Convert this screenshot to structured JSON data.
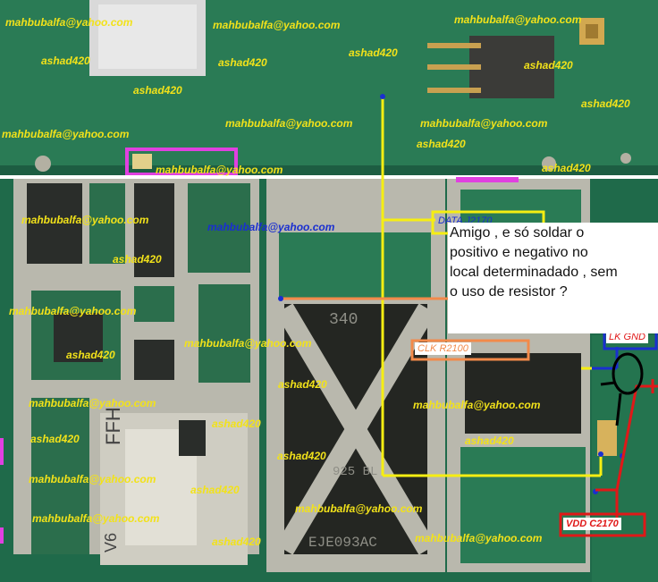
{
  "watermarks": {
    "email": "mahbubalfa@yahoo.com",
    "handle": "ashad420"
  },
  "labels": {
    "data": "DATA J2170",
    "clk": "CLK R2100",
    "gnd": "LK GND",
    "vdd": "VDD C2170"
  },
  "note": {
    "line1": "Amigo , e só soldar o",
    "line2": "positivo e negativo no",
    "line3": "local determinadado , sem",
    "line4": "o uso de resistor ?"
  },
  "chip_markings": {
    "ram": "340",
    "ram_bottom": "EJE093AC",
    "ram_code": "925 BL",
    "sim_left": "FFH",
    "sim_bottom": "V6"
  },
  "colors": {
    "board": "#1f6a4a",
    "board_light": "#2f8a5c",
    "shield": "#b9b8ad",
    "watermark": "#f2e21a",
    "trace_yellow": "#f6ee12",
    "trace_orange": "#f28a4a",
    "trace_red": "#e01818",
    "trace_blue": "#1a2fd0",
    "highlight_pink": "#e040e0"
  }
}
